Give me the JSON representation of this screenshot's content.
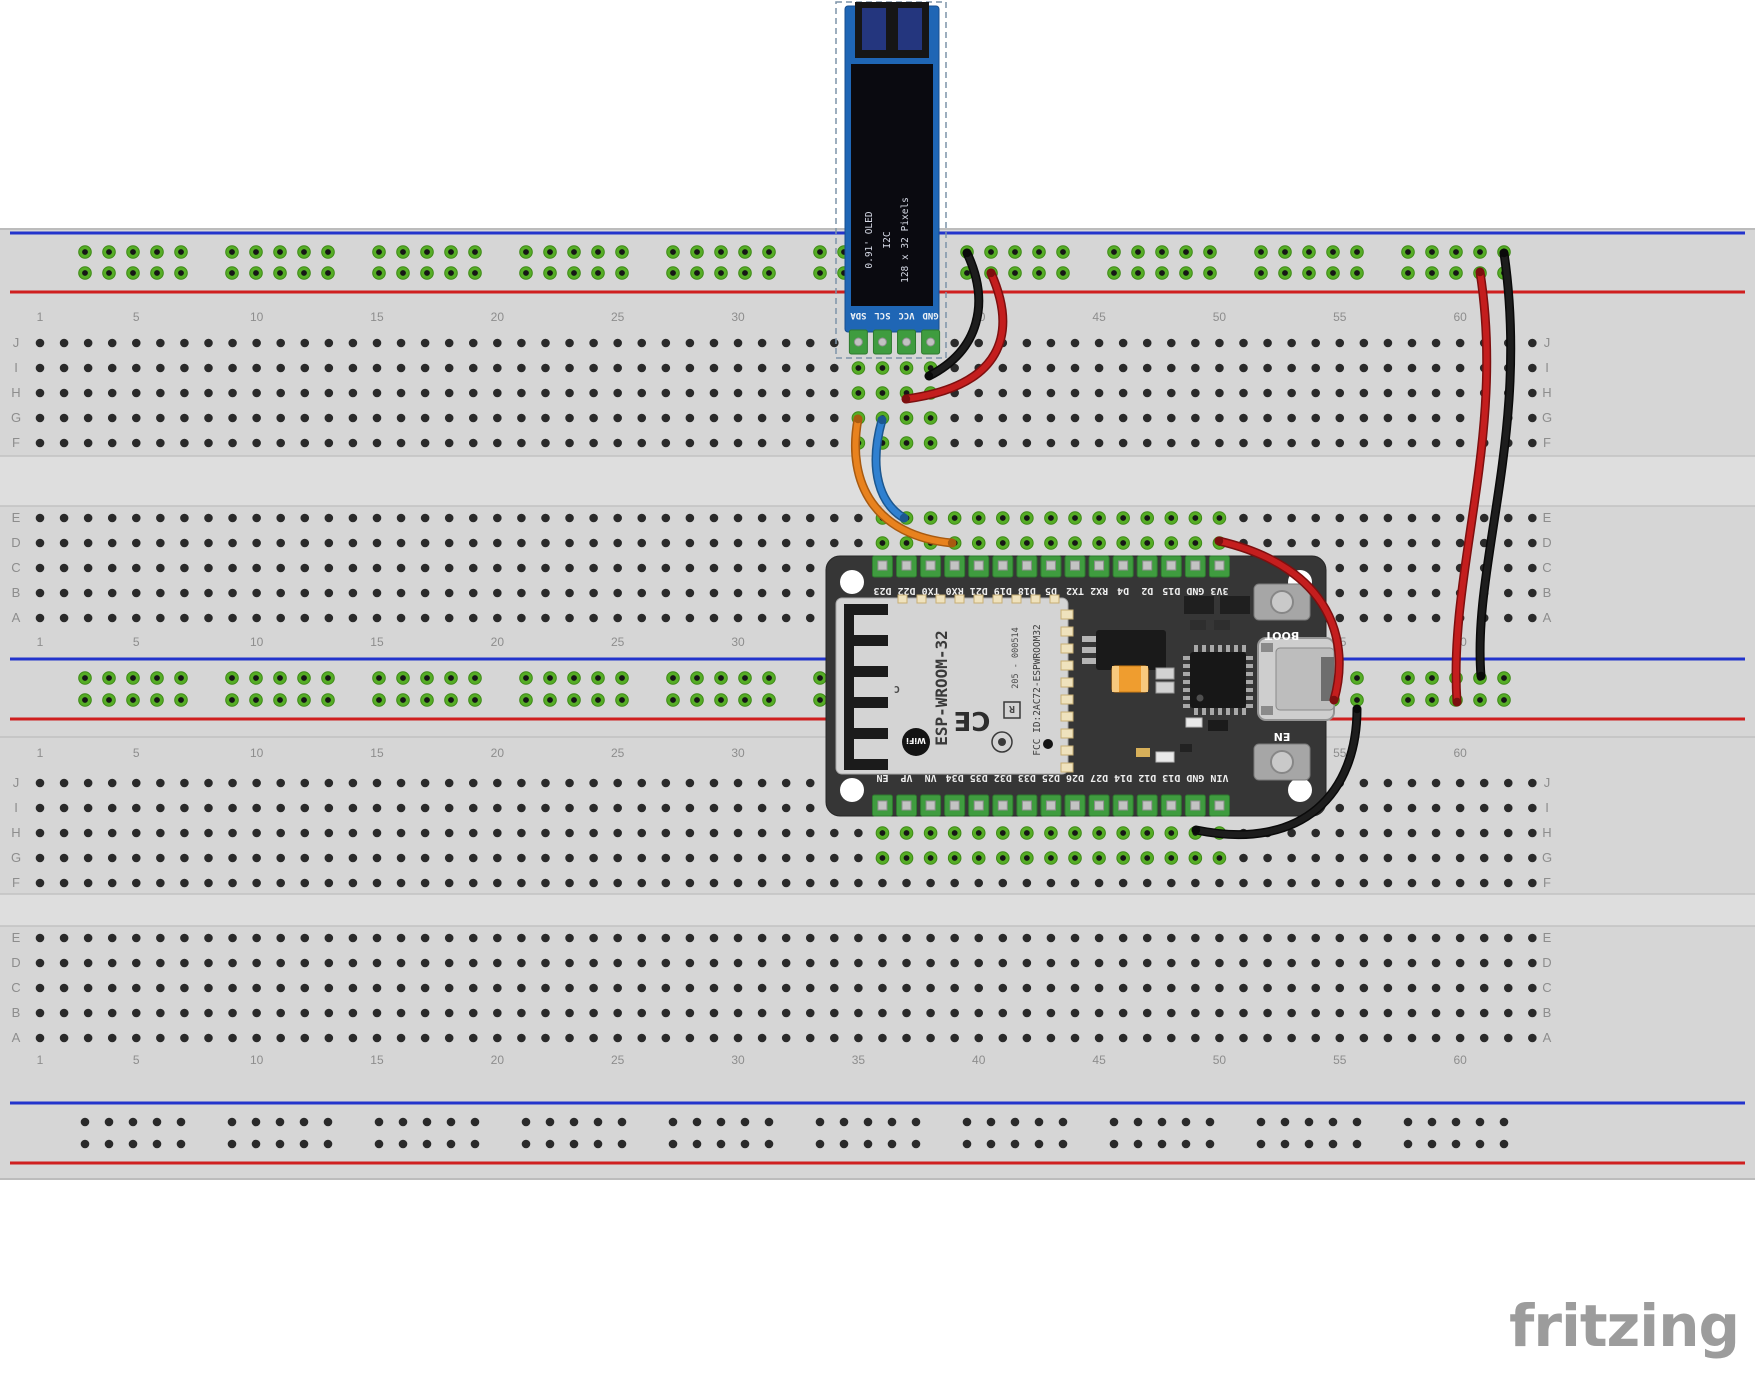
{
  "watermark": "fritzing",
  "breadboard": {
    "row_letters": [
      "J",
      "I",
      "H",
      "G",
      "F",
      "E",
      "D",
      "C",
      "B",
      "A"
    ],
    "column_numbers": [
      "1",
      "5",
      "10",
      "15",
      "20",
      "25",
      "30",
      "35",
      "40",
      "45",
      "50",
      "55",
      "60"
    ],
    "colors": {
      "body": "#d6d6d6",
      "channel": "#dedede",
      "rail_blue": "#2334cc",
      "rail_red": "#cf1f1f",
      "hole": "#2a2a2a",
      "connected_green": "#56ad26"
    }
  },
  "oled": {
    "screen_lines": [
      "0.91' OLED",
      "I2C",
      "128 x 32 Pixels"
    ],
    "pin_labels": [
      "SDA",
      "SCL",
      "VCC",
      "GND"
    ],
    "colors": {
      "pcb": "#1f66b5",
      "screen": "#0a0a10",
      "pin": "#3f9c3f"
    }
  },
  "esp32": {
    "module_name": "ESP-WROOM-32",
    "wifi_label": "WiFi",
    "antenna_mark": "C",
    "ce_label": "CE",
    "reg_label": "R",
    "serial_label": "205 - 000514",
    "fcc_label": "FCC ID:2AC72-ESPWROOM32",
    "boot_label": "BOOT",
    "en_label": "EN",
    "top_pin_labels": [
      "D23",
      "D22",
      "TX0",
      "RX0",
      "D21",
      "D19",
      "D18",
      "D5",
      "TX2",
      "RX2",
      "D4",
      "D2",
      "D15",
      "GND",
      "3V3"
    ],
    "bottom_pin_labels": [
      "EN",
      "VP",
      "VN",
      "D34",
      "D35",
      "D32",
      "D33",
      "D25",
      "D26",
      "D27",
      "D14",
      "D12",
      "D13",
      "GND",
      "VIN"
    ],
    "colors": {
      "pcb": "#363636",
      "shield": "#d4d4d4",
      "pin": "#3f9c3f"
    }
  },
  "wires": [
    {
      "name": "oled-gnd-to-rail",
      "color": "#1d1d1d",
      "cap": "#0a0a0a"
    },
    {
      "name": "oled-vcc-to-rail",
      "color": "#c41e1e",
      "cap": "#7d0f0f"
    },
    {
      "name": "sda-to-d21",
      "color": "#e8821e",
      "cap": "#a85a10"
    },
    {
      "name": "scl-to-d22",
      "color": "#2f80d0",
      "cap": "#1c578f"
    },
    {
      "name": "3v3-to-rail",
      "color": "#c41e1e",
      "cap": "#7d0f0f"
    },
    {
      "name": "gnd-to-rail",
      "color": "#1d1d1d",
      "cap": "#0a0a0a"
    },
    {
      "name": "rail-to-rail-red",
      "color": "#c41e1e",
      "cap": "#7d0f0f"
    },
    {
      "name": "rail-to-rail-black",
      "color": "#1d1d1d",
      "cap": "#0a0a0a"
    }
  ]
}
